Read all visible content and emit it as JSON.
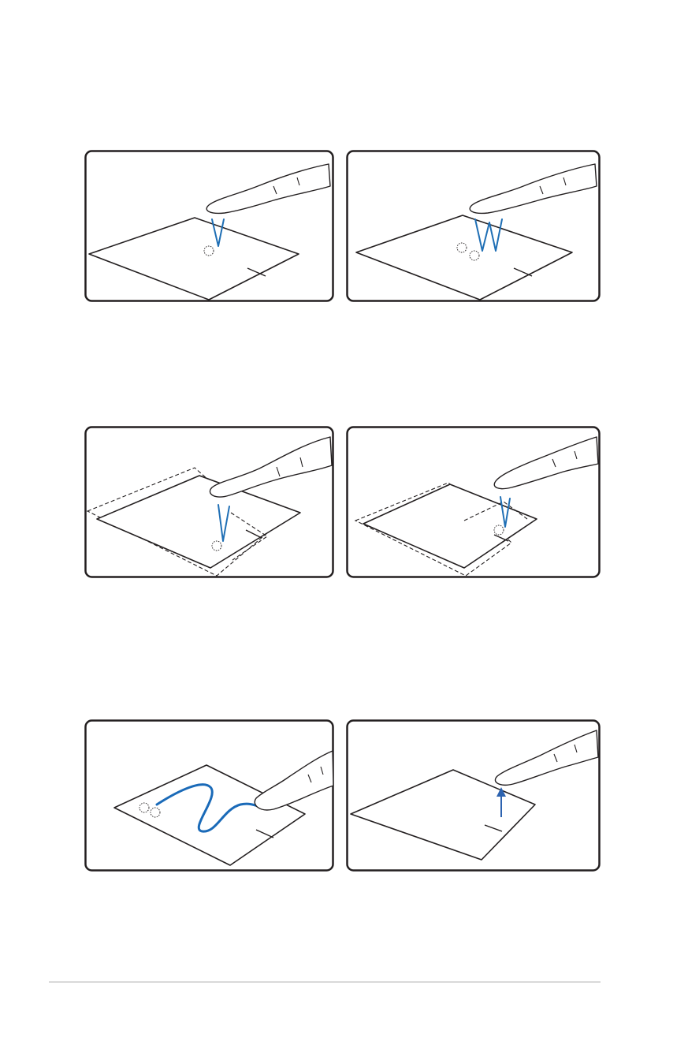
{
  "page": {
    "figures": [
      {
        "panels": [
          {
            "gesture": "tap"
          },
          {
            "gesture": "double-tap"
          }
        ]
      },
      {
        "panels": [
          {
            "gesture": "drag-and-drop"
          },
          {
            "gesture": "drag-and-drop-release"
          }
        ]
      },
      {
        "panels": [
          {
            "gesture": "slide"
          },
          {
            "gesture": "release"
          }
        ]
      }
    ],
    "colors": {
      "frame": "#231f20",
      "tap_marks": "#1f6fb5",
      "slide_path": "#1a6ab8",
      "release_arrow": "#2d63b0",
      "footer_rule": "#d9d9d9"
    }
  }
}
